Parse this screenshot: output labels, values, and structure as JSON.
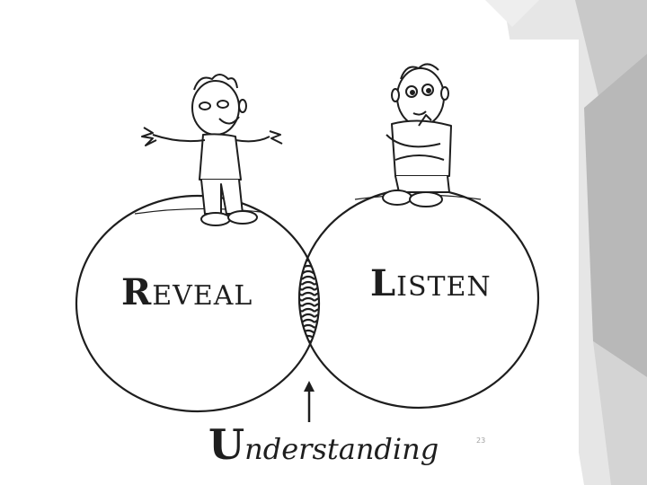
{
  "diagram": {
    "left_circle": {
      "initial": "R",
      "rest": "EVEAL"
    },
    "right_circle": {
      "initial": "L",
      "rest": "ISTEN"
    },
    "overlap": {
      "initial": "U",
      "rest": "nderstanding"
    }
  },
  "page_number": "23",
  "colors": {
    "background": "#ffffff",
    "decor_gray": "#c8c8c8",
    "ink": "#1e1e1e"
  }
}
